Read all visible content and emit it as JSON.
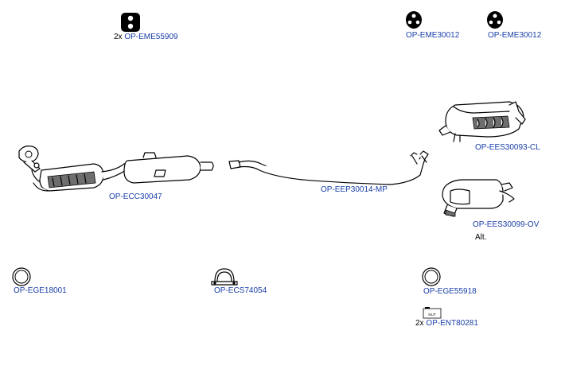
{
  "parts": [
    {
      "id": "hanger1",
      "qty": "2x",
      "code": "OP-EME55909"
    },
    {
      "id": "hanger2",
      "qty": "",
      "code": "OP-EME30012"
    },
    {
      "id": "hanger3",
      "qty": "",
      "code": "OP-EME30012"
    },
    {
      "id": "rear_silencer_cl",
      "qty": "",
      "code": "OP-EES30093-CL"
    },
    {
      "id": "catalytic_front",
      "qty": "",
      "code": "OP-ECC30047"
    },
    {
      "id": "middle_pipe",
      "qty": "",
      "code": "OP-EEP30014-MP"
    },
    {
      "id": "rear_silencer_ov",
      "qty": "",
      "code": "OP-EES30099-OV"
    },
    {
      "id": "gasket1",
      "qty": "",
      "code": "OP-EGE18001"
    },
    {
      "id": "clamp",
      "qty": "",
      "code": "OP-ECS74054"
    },
    {
      "id": "gasket2",
      "qty": "",
      "code": "OP-EGE55918"
    },
    {
      "id": "nut",
      "qty": "2x",
      "code": "OP-ENT80281"
    }
  ],
  "notes": {
    "alt": "Alt.",
    "nut_label": "NUT"
  }
}
